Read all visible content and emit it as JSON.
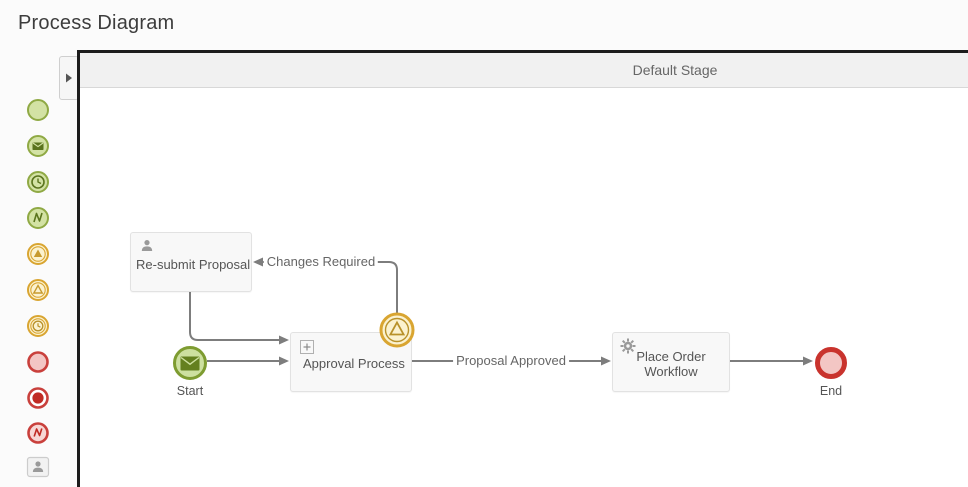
{
  "page": {
    "title": "Process Diagram"
  },
  "panel": {
    "toggle_icon": "expand-right-arrow"
  },
  "stage": {
    "title": "Default Stage"
  },
  "palette": {
    "items": [
      {
        "icon": "start-event-icon"
      },
      {
        "icon": "message-start-event-icon"
      },
      {
        "icon": "timer-start-event-icon"
      },
      {
        "icon": "conditional-start-event-icon"
      },
      {
        "icon": "signal-throw-intermediate-event-icon"
      },
      {
        "icon": "signal-catch-intermediate-event-icon"
      },
      {
        "icon": "timer-intermediate-event-icon"
      },
      {
        "icon": "end-event-icon"
      },
      {
        "icon": "terminate-end-event-icon"
      },
      {
        "icon": "error-end-event-icon"
      },
      {
        "icon": "user-task-icon"
      }
    ]
  },
  "diagram": {
    "nodes": {
      "start": {
        "label": "Start",
        "type": "message-start-event"
      },
      "resubmit": {
        "label": "Re-submit Proposal",
        "type": "user-task"
      },
      "approval": {
        "label": "Approval Process",
        "type": "subprocess"
      },
      "boundary": {
        "label": "",
        "type": "signal-boundary-event"
      },
      "place_order": {
        "label": "Place Order Workflow",
        "type": "service-task"
      },
      "end": {
        "label": "End",
        "type": "end-event"
      }
    },
    "edges": {
      "changes_required": {
        "label": "Changes Required"
      },
      "proposal_approved": {
        "label": "Proposal Approved"
      }
    }
  },
  "colors": {
    "green_border": "#7e9c31",
    "green_fill": "#cde0a0",
    "green_glyph": "#5a741d",
    "orange_border": "#d9a531",
    "orange_fill": "#fbf2cf",
    "orange_glyph": "#b8912a",
    "red_border": "#c9332d",
    "red_fill": "#f3c6c4",
    "red_glyph": "#c02b24",
    "edge": "#7d7d7d",
    "stage_border": "#1c1c1c"
  }
}
